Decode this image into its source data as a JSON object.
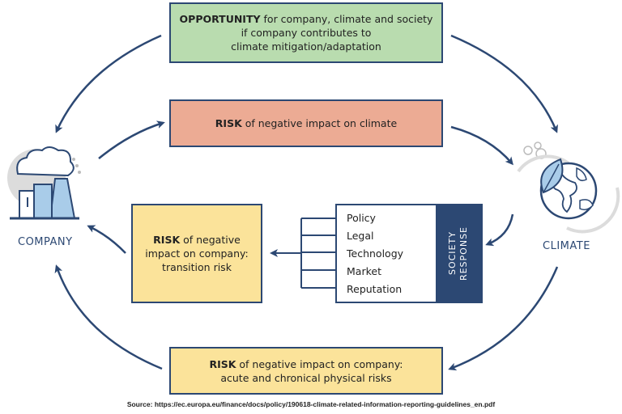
{
  "opportunity": {
    "keyword": "OPPORTUNITY",
    "line1_rest": " for company, climate and society",
    "line2": "if company contributes to",
    "line3": "climate mitigation/adaptation"
  },
  "risk_climate": {
    "keyword": "RISK",
    "rest": " of negative impact on climate"
  },
  "transition": {
    "keyword": "RISK",
    "line1_rest": " of negative",
    "line2": "impact on company:",
    "line3": "transition risk"
  },
  "physical": {
    "keyword": "RISK",
    "line1_rest": " of negative impact on company:",
    "line2": "acute and chronical physical risks"
  },
  "society": {
    "items": [
      "Policy",
      "Legal",
      "Technology",
      "Market",
      "Reputation"
    ],
    "band_line1": "SOCIETY",
    "band_line2": "RESPONSE"
  },
  "nodes": {
    "company": "COMPANY",
    "climate": "CLIMATE"
  },
  "source": "Source: https://ec.europa.eu/finance/docs/policy/190618-climate-related-information-reporting-guidelines_en.pdf",
  "colors": {
    "navy": "#2c4873",
    "opportunity_green": "#b9dcaf",
    "risk_salmon": "#ecab94",
    "risk_yellow": "#fbe39a",
    "icon_light_blue": "#a9cce9",
    "icon_gray": "#dcdcdc"
  },
  "icons": [
    "factory-icon",
    "earth-icon",
    "leaf-icon"
  ]
}
